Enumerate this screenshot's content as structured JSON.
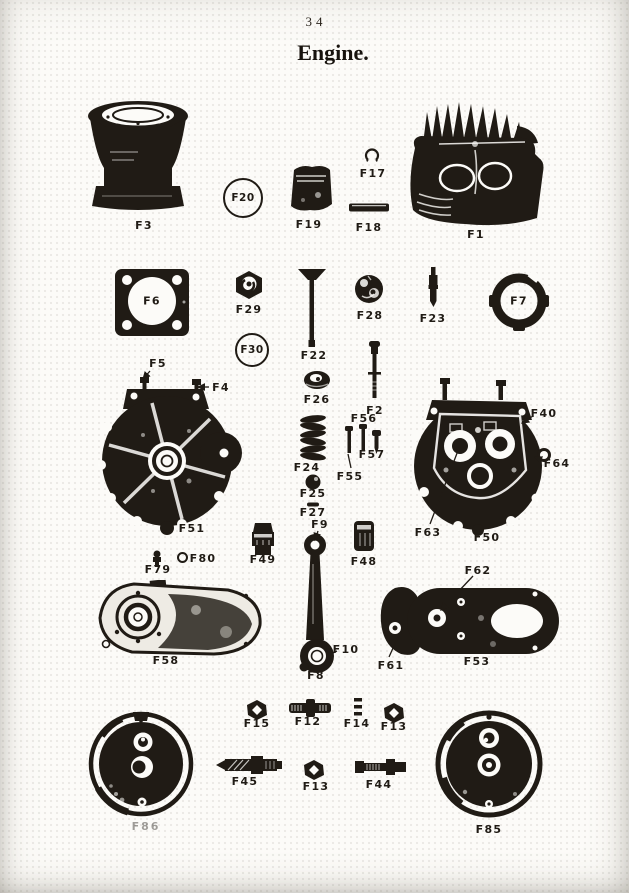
{
  "page": {
    "number": "34",
    "title": "Engine."
  },
  "colors": {
    "ink": "#201b15",
    "paper": "#fcfbf8"
  },
  "parts": {
    "f1": {
      "label": "F1"
    },
    "f2": {
      "label": "F2"
    },
    "f3": {
      "label": "F3"
    },
    "f4": {
      "label": "F4"
    },
    "f5": {
      "label": "F5"
    },
    "f6": {
      "label": "F6"
    },
    "f7": {
      "label": "F7"
    },
    "f8": {
      "label": "F8"
    },
    "f9": {
      "label": "F9"
    },
    "f10": {
      "label": "F10"
    },
    "f12": {
      "label": "F12"
    },
    "f13_top": {
      "label": "F13"
    },
    "f13_bottom": {
      "label": "F13"
    },
    "f14": {
      "label": "F14"
    },
    "f15": {
      "label": "F15"
    },
    "f17": {
      "label": "F17"
    },
    "f18": {
      "label": "F18"
    },
    "f19": {
      "label": "F19"
    },
    "f20": {
      "label": "F20"
    },
    "f22": {
      "label": "F22"
    },
    "f23": {
      "label": "F23"
    },
    "f24": {
      "label": "F24"
    },
    "f25": {
      "label": "F25"
    },
    "f26": {
      "label": "F26"
    },
    "f27": {
      "label": "F27"
    },
    "f28": {
      "label": "F28"
    },
    "f29": {
      "label": "F29"
    },
    "f30": {
      "label": "F30"
    },
    "f40": {
      "label": "F40"
    },
    "f44": {
      "label": "F44"
    },
    "f45": {
      "label": "F45"
    },
    "f48": {
      "label": "F48"
    },
    "f49": {
      "label": "F49"
    },
    "f50": {
      "label": "F50"
    },
    "f51": {
      "label": "F51"
    },
    "f53": {
      "label": "F53"
    },
    "f55": {
      "label": "F55"
    },
    "f56": {
      "label": "F56"
    },
    "f57": {
      "label": "F57"
    },
    "f58": {
      "label": "F58"
    },
    "f61": {
      "label": "F61"
    },
    "f62": {
      "label": "F62"
    },
    "f63": {
      "label": "F63"
    },
    "f64": {
      "label": "F64"
    },
    "f79": {
      "label": "F79"
    },
    "f80": {
      "label": "F80"
    },
    "f85": {
      "label": "F85"
    },
    "f86": {
      "label": "F86"
    }
  }
}
